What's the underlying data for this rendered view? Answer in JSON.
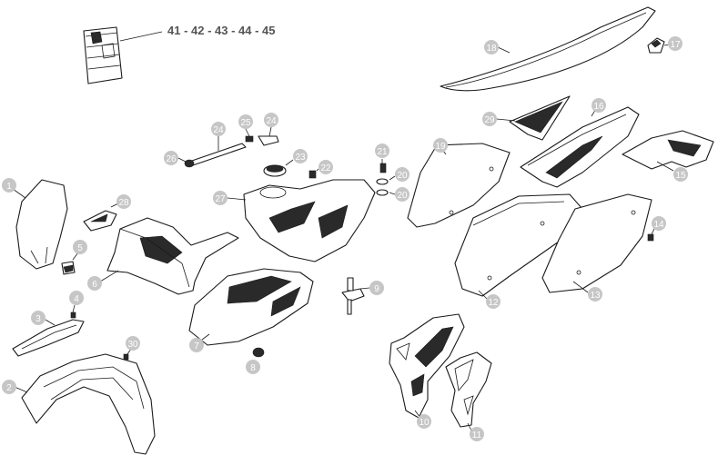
{
  "group_label": "41 - 42 - 43 - 44 - 45",
  "callouts": {
    "c1": "1",
    "c2": "2",
    "c3": "3",
    "c4": "4",
    "c5": "5",
    "c6": "6",
    "c7": "7",
    "c8": "8",
    "c9": "9",
    "c10": "10",
    "c11": "11",
    "c12": "12",
    "c13": "13",
    "c14": "14",
    "c15": "15",
    "c16": "16",
    "c17": "17",
    "c18": "18",
    "c19": "19",
    "c20a": "20",
    "c20b": "20",
    "c21": "21",
    "c22": "22",
    "c23": "23",
    "c24a": "24",
    "c24b": "24",
    "c25": "25",
    "c26": "26",
    "c27": "27",
    "c28": "28",
    "c29": "29",
    "c30": "30"
  },
  "colors": {
    "line": "#1a1a1a",
    "callout_bubble": "#c6c6c6",
    "callout_text": "#ffffff",
    "group_text": "#555555"
  }
}
